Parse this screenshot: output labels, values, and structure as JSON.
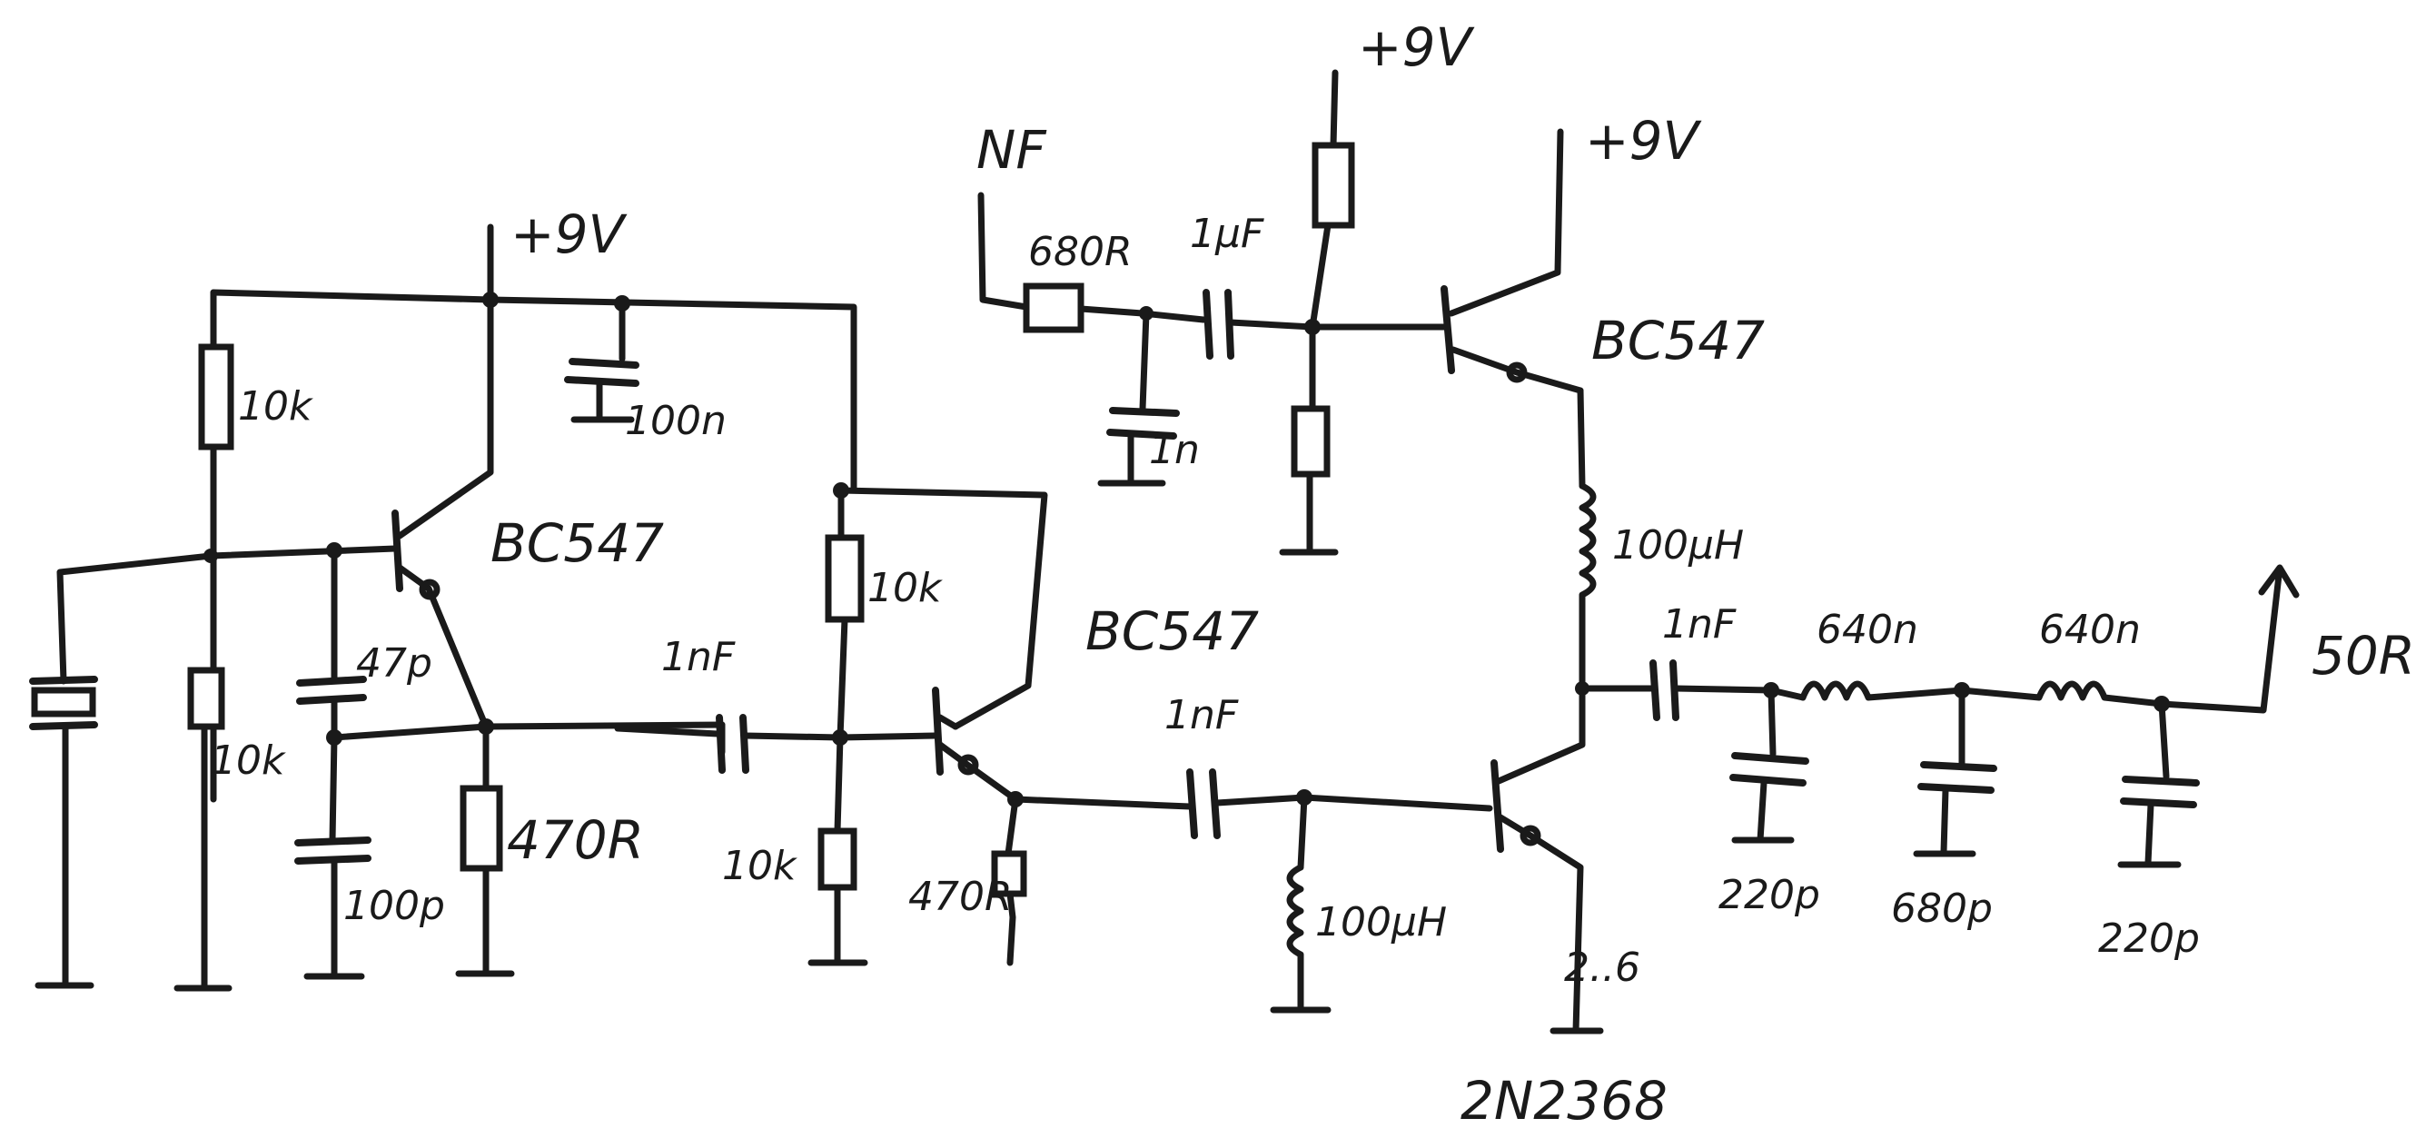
{
  "supply": {
    "v1": "+9V",
    "v2": "+9V",
    "v3": "+9V"
  },
  "osc": {
    "r_bias_top": "10k",
    "r_bias_bot": "10k",
    "c_decoup": "100n",
    "transistor": "BC547",
    "c_fb1": "47p",
    "c_fb2": "100p",
    "r_emitter": "470R"
  },
  "buffer": {
    "c_coupling": "1nF",
    "r_bias_top": "10k",
    "r_bias_bot": "10k",
    "transistor": "BC547",
    "r_emitter": "470R"
  },
  "modulator": {
    "input": "NF",
    "r_in": "680R",
    "c_filter": "1n",
    "c_coupling": "1µF",
    "transistor": "BC547",
    "inductor": "100µH"
  },
  "pa": {
    "c_coupling": "1nF",
    "inductor": "100µH",
    "transistor": "2N2368",
    "struck_label": "2..6"
  },
  "output": {
    "c_coupling": "1nF",
    "l1": "640n",
    "l2": "640n",
    "c1": "220p",
    "c2": "680p",
    "c3": "220p",
    "load": "50R"
  }
}
